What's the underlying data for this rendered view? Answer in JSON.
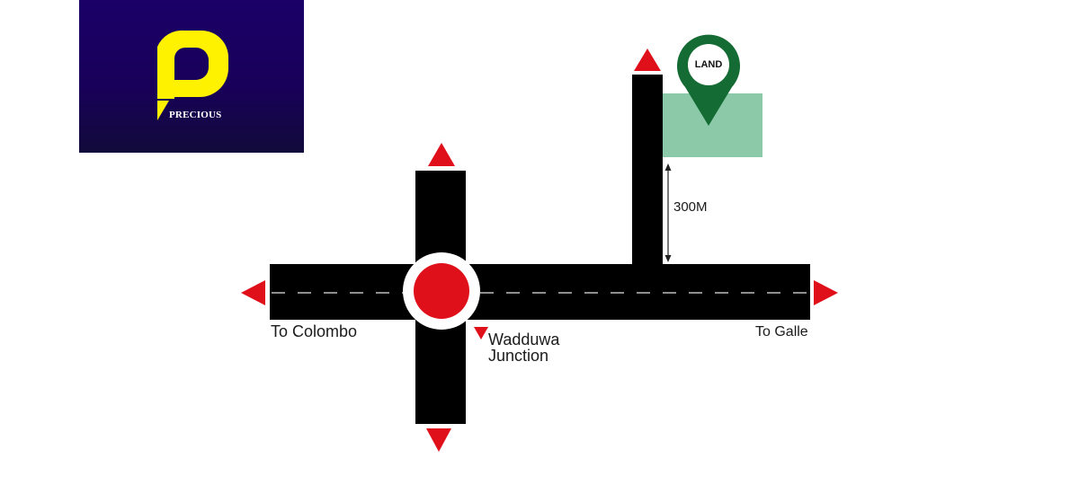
{
  "logo": {
    "brand_name": "PRECIOUS",
    "colors": {
      "background": "#1a0067",
      "mark": "#fff200",
      "text": "#ffffff"
    }
  },
  "map": {
    "labels": {
      "west": "To Colombo",
      "east": "To Galle",
      "junction_line1": "Wadduwa",
      "junction_line2": "Junction",
      "distance": "300M",
      "pin": "LAND"
    },
    "colors": {
      "road": "#000000",
      "lane_marking": "#bdbdbd",
      "arrow": "#e0101b",
      "roundabout": "#e0101b",
      "land_plot": "#8cc9a9",
      "pin": "#146b33"
    },
    "icons": {
      "pin": "location-pin-icon",
      "arrow": "triangle-arrow-icon",
      "roundabout": "circle-junction-icon",
      "measure": "double-arrow-icon"
    }
  }
}
